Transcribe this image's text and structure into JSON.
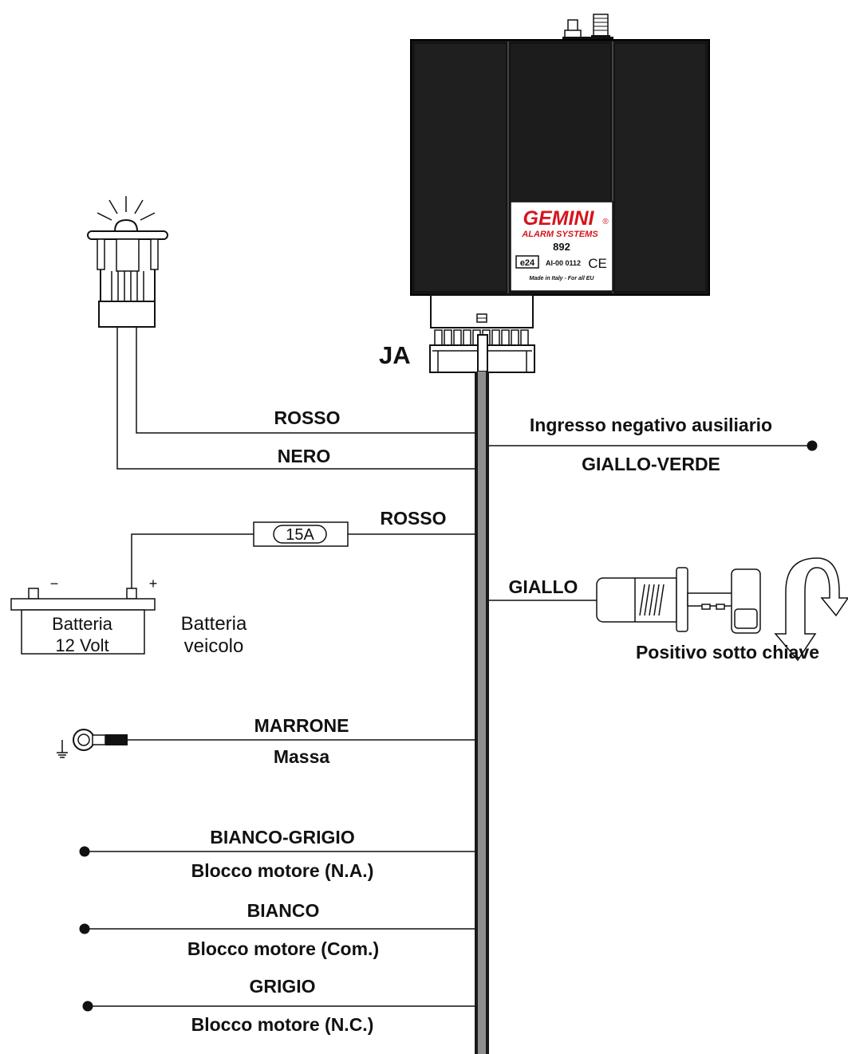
{
  "unit": {
    "brand": "GEMINI",
    "subtitle": "ALARM SYSTEMS",
    "model": "892",
    "approval_mark": "e24",
    "approval_code": "AI-00 0112",
    "ce_mark": "CE",
    "origin": "Made in Italy - For all EU"
  },
  "connector_label": "JA",
  "wires": {
    "led_red": "ROSSO",
    "led_black": "NERO",
    "aux_input_desc": "Ingresso negativo ausiliario",
    "aux_input_color": "GIALLO-VERDE",
    "battery_red": "ROSSO",
    "fuse_rating": "15A",
    "ignition_color": "GIALLO",
    "ignition_desc": "Positivo sotto chiave",
    "ground_color": "MARRONE",
    "ground_desc": "Massa",
    "immob_na_color": "BIANCO-GRIGIO",
    "immob_na_desc": "Blocco motore (N.A.)",
    "immob_com_color": "BIANCO",
    "immob_com_desc": "Blocco motore (Com.)",
    "immob_nc_color": "GRIGIO",
    "immob_nc_desc": "Blocco motore (N.C.)"
  },
  "battery": {
    "box_line1": "Batteria",
    "box_line2": "12 Volt",
    "side_line1": "Batteria",
    "side_line2": "veicolo",
    "minus": "−",
    "plus": "+"
  }
}
